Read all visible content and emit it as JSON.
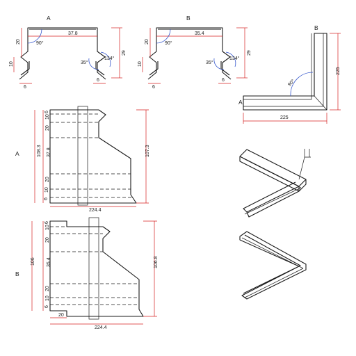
{
  "labels": {
    "profile_a": "A",
    "profile_b": "B",
    "corner_a": "A",
    "corner_b": "B",
    "unfold_a": "A",
    "unfold_b": "B"
  },
  "profile_a": {
    "width": "37.8",
    "height": "29",
    "flange": "20",
    "lip": "10",
    "foot": "6",
    "foot_right": "6",
    "angle_main": "90°",
    "angle_35": "35°",
    "angle_134": "134°"
  },
  "profile_b": {
    "width": "35.4",
    "height": "29",
    "flange": "20",
    "lip": "10",
    "foot": "6",
    "foot_right": "6",
    "angle_main": "90°",
    "angle_35": "35°",
    "angle_134": "134°"
  },
  "corner": {
    "width": "225",
    "height": "225",
    "angle": "90°"
  },
  "unfold_a": {
    "segments": [
      "6",
      "10",
      "20",
      "37.8",
      "20",
      "10",
      "6"
    ],
    "inner_total": "108.3",
    "outer_total": "107.3",
    "bottom": "224.4"
  },
  "unfold_b": {
    "segments": [
      "6",
      "10",
      "20",
      "35.4",
      "20",
      "10",
      "6"
    ],
    "left_total": "106",
    "right_total": "106.8",
    "tab": "20",
    "bottom": "224.4"
  }
}
